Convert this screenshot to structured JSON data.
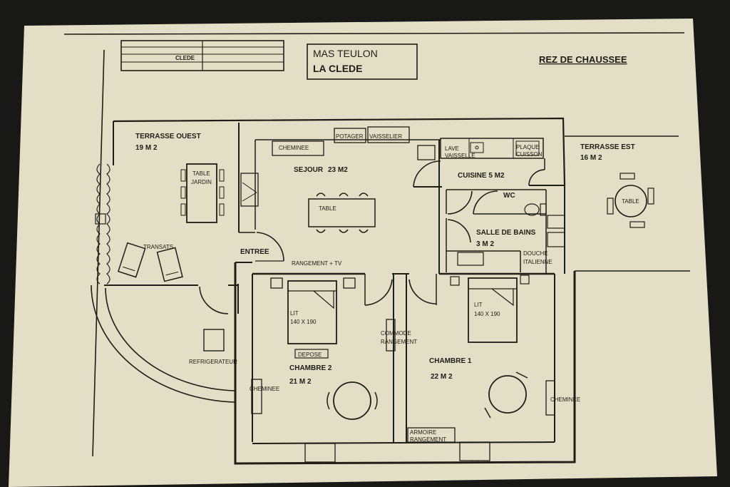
{
  "header": {
    "title_line1": "MAS TEULON",
    "title_line2": "LA CLEDE",
    "level": "REZ DE CHAUSSEE",
    "clede_label": "CLEDE"
  },
  "rooms": {
    "terrasse_ouest": {
      "name": "TERRASSE OUEST",
      "area": "19 M 2"
    },
    "terrasse_est": {
      "name": "TERRASSE EST",
      "area": "16 M 2"
    },
    "sejour": {
      "name": "SEJOUR",
      "area": "23 M2"
    },
    "cuisine": {
      "name": "CUISINE 5 M2"
    },
    "wc": {
      "name": "WC"
    },
    "salle_de_bains": {
      "name": "SALLE DE BAINS",
      "area": "3 M 2"
    },
    "chambre2": {
      "name": "CHAMBRE 2",
      "area": "21 M 2"
    },
    "chambre1": {
      "name": "CHAMBRE  1",
      "area": "22 M 2"
    },
    "entree": {
      "name": "ENTREE"
    }
  },
  "furniture": {
    "table_jardin_1": "TABLE",
    "table_jardin_2": "JARDIN",
    "transats": "TRANSATS",
    "refrigerateur": "REFRIGERATEUR",
    "cheminee_sejour": "CHEMINEE",
    "potager": "POTAGER",
    "vaisselier": "VAISSELIER",
    "lave_1": "LAVE",
    "lave_2": "VAISSELLE",
    "plaque_1": "PLAQUE",
    "plaque_2": "CUISSON",
    "table_sejour": "TABLE",
    "table_est": "TABLE",
    "rangement_tv": "RANGEMENT + TV",
    "douche_1": "DOUCHE",
    "douche_2": "ITALIENNE",
    "lit2_1": "LIT",
    "lit2_2": "140 X 190",
    "lit1_1": "LIT",
    "lit1_2": "140 X 190",
    "depose": "DEPOSE",
    "commode_1": "COMMODE",
    "commode_2": "RANGEMENT",
    "cheminee_ch2": "CHEMINEE",
    "cheminee_ch1": "CHEMINEE",
    "armoire_1": "ARMOIRE",
    "armoire_2": "RANGEMENT"
  },
  "colors": {
    "paper": "#e3dfc6",
    "ink": "#1f1d17",
    "background": "#181816"
  }
}
